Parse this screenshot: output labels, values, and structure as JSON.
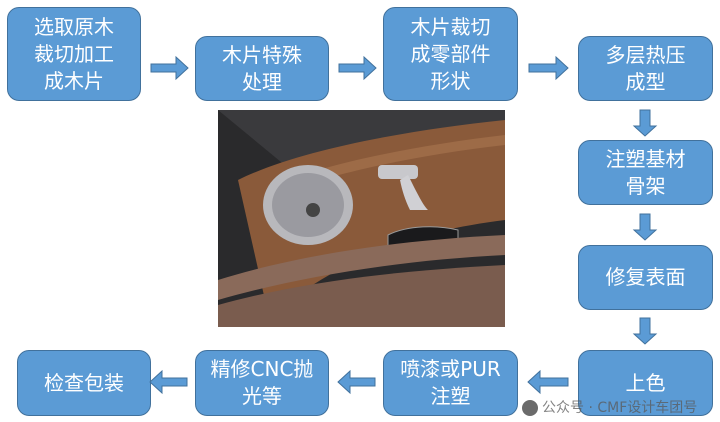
{
  "steps": [
    "选取原木\n裁切加工\n成木片",
    "木片特殊\n处理",
    "木片裁切\n成零部件\n形状",
    "多层热压\n成型",
    "注塑基材\n骨架",
    "修复表面",
    "上色",
    "喷漆或PUR\n注塑",
    "精修CNC抛\n光等",
    "检查包装"
  ],
  "watermark": "公众号 · CMF设计车团号",
  "colors": {
    "box": "#5b9bd5",
    "border": "#41719c"
  },
  "photo": {
    "subject": "car-door-wood-trim"
  }
}
